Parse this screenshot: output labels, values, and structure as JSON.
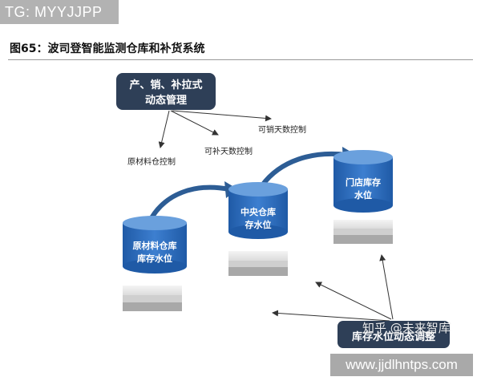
{
  "badge_text": "TG: MYYJJPP",
  "figure_title": "图65：波司登智能监测仓库和补货系统",
  "colors": {
    "box_dark": "#2e3f57",
    "cylinder_blue": "#2f6fc0",
    "cylinder_top": "#6aa0dd",
    "arrow_curve": "#2d5d95",
    "line_gray": "#333333"
  },
  "top_box": {
    "line1": "产、销、补拉式",
    "line2": "动态管理"
  },
  "branch_labels": {
    "sellable_days": "可销天数控制",
    "restock_days": "可补天数控制",
    "raw_material": "原材料仓控制"
  },
  "cylinders": {
    "raw": {
      "line1": "原材料仓库",
      "line2": "库存水位"
    },
    "central": {
      "line1": "中央仓库",
      "line2": "存水位"
    },
    "store": {
      "line1": "门店库存",
      "line2": "水位"
    }
  },
  "bottom_box": {
    "label": "库存水位动态调整"
  },
  "watermark": "知乎 @未来智库",
  "url_text": "www.jjdlhntps.com"
}
